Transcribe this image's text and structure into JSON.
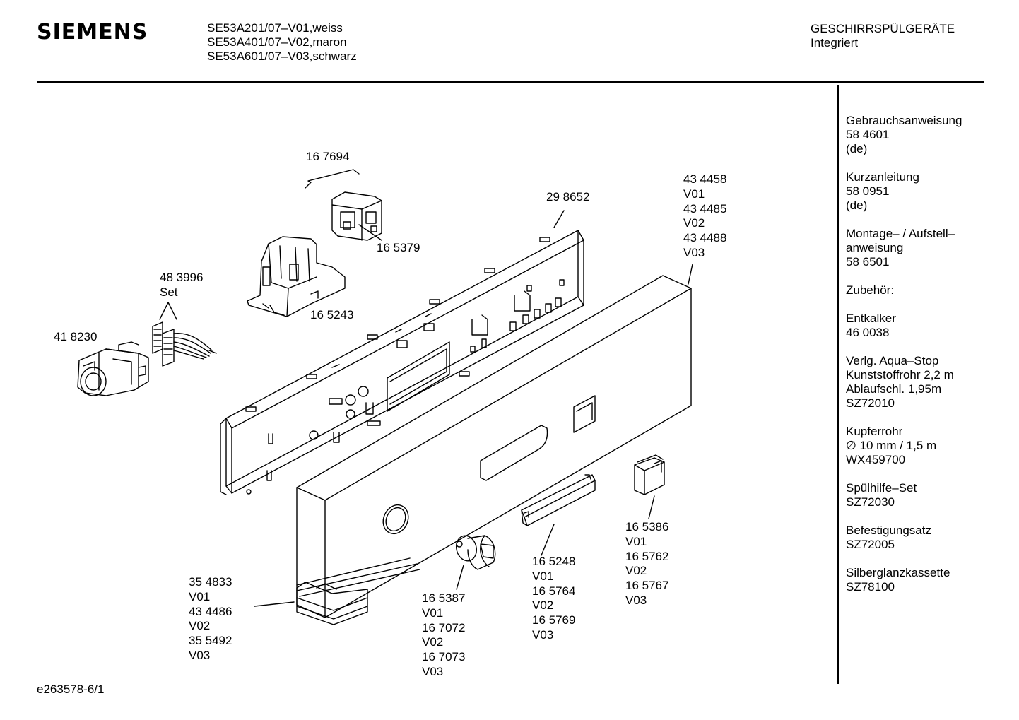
{
  "header": {
    "brand": "SIEMENS",
    "models": [
      "SE53A201/07–V01,weiss",
      "SE53A401/07–V02,maron",
      "SE53A601/07–V03,schwarz"
    ],
    "category": [
      "GESCHIRRSPÜLGERÄTE",
      "Integriert"
    ]
  },
  "sidebar": {
    "groups": [
      [
        "Gebrauchsanweisung",
        "58 4601",
        "(de)"
      ],
      [
        "Kurzanleitung",
        "58 0951",
        "(de)"
      ],
      [
        "Montage– / Aufstell–",
        "anweisung",
        "58 6501"
      ],
      [
        ""
      ],
      [
        "Zubehör:"
      ],
      [
        "Entkalker",
        "46 0038"
      ],
      [
        "Verlg. Aqua–Stop",
        "Kunststoffrohr 2,2 m",
        "Ablaufschl. 1,95m",
        "SZ72010"
      ],
      [
        "Kupferrohr",
        "∅ 10 mm / 1,5 m",
        "WX459700"
      ],
      [
        "Spülhilfe–Set",
        "SZ72030"
      ],
      [
        "Befestigungsatz",
        "SZ72005"
      ],
      [
        "Silberglanzkassette",
        "SZ78100"
      ]
    ]
  },
  "parts": {
    "p167694": [
      "16 7694"
    ],
    "p298652": [
      "29 8652"
    ],
    "p434458": [
      "43 4458",
      "V01",
      "43 4485",
      "V02",
      "43 4488",
      "V03"
    ],
    "p165379": [
      "16 5379"
    ],
    "p483996": [
      "48 3996",
      "Set"
    ],
    "p165243": [
      "16 5243"
    ],
    "p418230": [
      "41 8230"
    ],
    "p354833": [
      "35 4833",
      "V01",
      "43 4486",
      "V02",
      "35 5492",
      "V03"
    ],
    "p165387": [
      "16 5387",
      "V01",
      "16 7072",
      "V02",
      "16 7073",
      "V03"
    ],
    "p165248": [
      "16 5248",
      "V01",
      "16 5764",
      "V02",
      "16 5769",
      "V03"
    ],
    "p165386": [
      "16 5386",
      "V01",
      "16 5762",
      "V02",
      "16 5767",
      "V03"
    ]
  },
  "footer": {
    "code": "e263578-6/1"
  }
}
